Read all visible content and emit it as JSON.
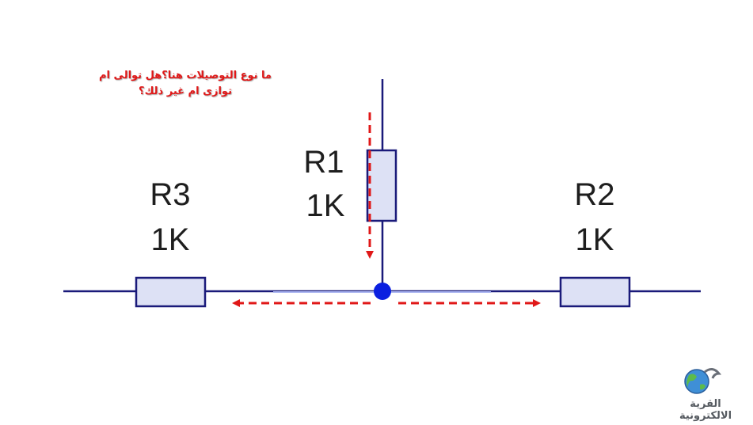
{
  "question": {
    "line1": "ما نوع التوصيلات هنا؟هل توالى ام",
    "line2": "توازى ام غير ذلك؟"
  },
  "resistors": {
    "r1": {
      "name": "R1",
      "value": "1K"
    },
    "r2": {
      "name": "R2",
      "value": "1K"
    },
    "r3": {
      "name": "R3",
      "value": "1K"
    }
  },
  "logo": {
    "text": "القرية الالكترونية"
  },
  "colors": {
    "wire": "#1a1a7a",
    "resistor_fill": "#dde1f5",
    "resistor_stroke": "#1a1a7a",
    "node": "#0a1fe0",
    "arrow": "#e01818"
  }
}
